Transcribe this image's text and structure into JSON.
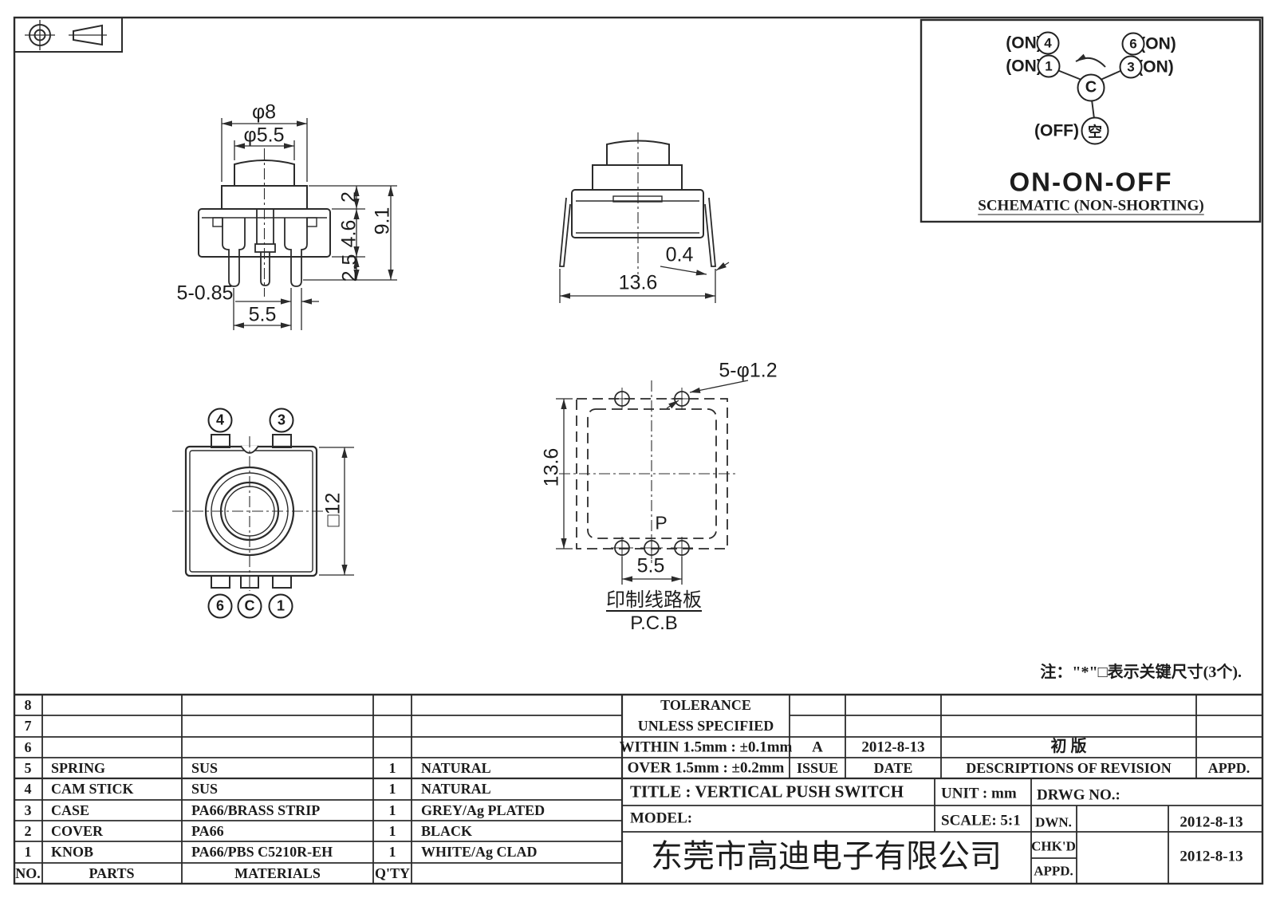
{
  "note": "注：\"*\"□表示关键尺寸(3个).",
  "schematic": {
    "on_label": "(ON)",
    "off_label": "(OFF)",
    "terminal_4": "4",
    "terminal_6": "6",
    "terminal_1": "1",
    "terminal_3": "3",
    "common": "C",
    "off_terminal": "空",
    "title": "ON-ON-OFF",
    "subtitle": "SCHEMATIC (NON-SHORTING)"
  },
  "front_view": {
    "dia_outer": "φ8",
    "dia_knob": "φ5.5",
    "step_height": "2",
    "total_height": "9.1",
    "body_height": "4.6",
    "pin_length": "2.5",
    "pin_spec": "5-0.85",
    "pin_pitch": "5.5"
  },
  "side_view": {
    "lead_thickness": "0.4",
    "lead_span": "13.6"
  },
  "bottom_view": {
    "t4": "4",
    "t3": "3",
    "t6": "6",
    "tc": "C",
    "t1": "1",
    "size": "□12"
  },
  "pcb_view": {
    "hole_spec": "5-φ1.2",
    "height": "13.6",
    "pitch": "5.5",
    "p": "P",
    "caption_cn": "印制线路板",
    "caption_en": "P.C.B"
  },
  "parts_table": {
    "col_no": "NO.",
    "col_parts": "PARTS",
    "col_materials": "MATERIALS",
    "col_qty": "Q'TY",
    "rows": [
      {
        "no": "8",
        "parts": "",
        "materials": "",
        "qty": "",
        "finish": ""
      },
      {
        "no": "7",
        "parts": "",
        "materials": "",
        "qty": "",
        "finish": ""
      },
      {
        "no": "6",
        "parts": "",
        "materials": "",
        "qty": "",
        "finish": ""
      },
      {
        "no": "5",
        "parts": "SPRING",
        "materials": "SUS",
        "qty": "1",
        "finish": "NATURAL"
      },
      {
        "no": "4",
        "parts": "CAM STICK",
        "materials": "SUS",
        "qty": "1",
        "finish": "NATURAL"
      },
      {
        "no": "3",
        "parts": "CASE",
        "materials": "PA66/BRASS STRIP",
        "qty": "1",
        "finish": "GREY/Ag PLATED"
      },
      {
        "no": "2",
        "parts": "COVER",
        "materials": "PA66",
        "qty": "1",
        "finish": "BLACK"
      },
      {
        "no": "1",
        "parts": "KNOB",
        "materials": "PA66/PBS C5210R-EH",
        "qty": "1",
        "finish": "WHITE/Ag CLAD"
      }
    ]
  },
  "title_block": {
    "tolerance1": "TOLERANCE",
    "tolerance2": "UNLESS  SPECIFIED",
    "within": "WITHIN 1.5mm : ±0.1mm",
    "over": "OVER 1.5mm : ±0.2mm",
    "issue_value": "A",
    "date_value": "2012-8-13",
    "issue_label": "ISSUE",
    "date_label": "DATE",
    "revision": "初  版",
    "revision_label": "DESCRIPTIONS OF REVISION",
    "appd_label": "APPD.",
    "title": "TITLE :  VERTICAL PUSH SWITCH",
    "unit": "UNIT :  mm",
    "drwg": "DRWG NO.:",
    "model": "MODEL:",
    "scale": "SCALE:  5:1",
    "dwn": "DWN.",
    "chkd": "CHK'D",
    "appd": "APPD.",
    "dwn_date": "2012-8-13",
    "chkd_date": "2012-8-13",
    "company": "东莞市高迪电子有限公司"
  }
}
